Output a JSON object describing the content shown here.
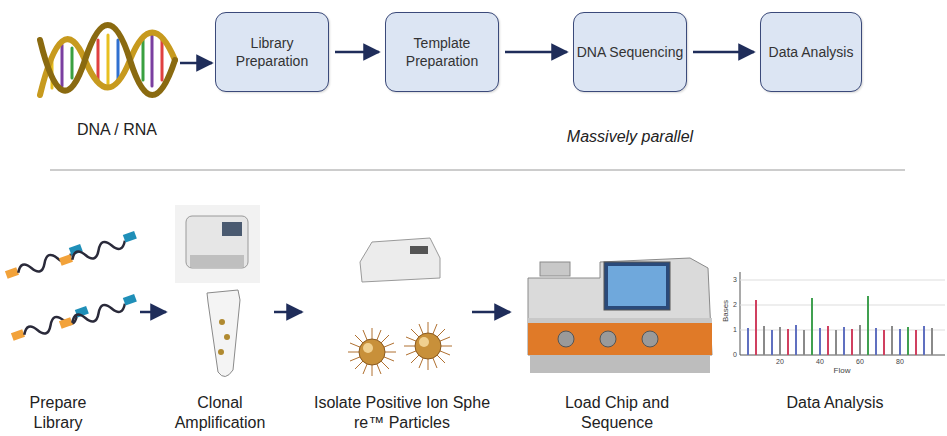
{
  "diagram": {
    "nodes": [
      {
        "text": [
          "Library Preparation"
        ]
      },
      {
        "text": [
          "Template Preparation"
        ]
      },
      {
        "text": [
          "DNA Sequencing"
        ]
      },
      {
        "text": [
          "Data Analysis"
        ]
      }
    ],
    "edges": [
      {
        "from": 0,
        "to": 1,
        "arrow": "to"
      },
      {
        "from": 1,
        "to": 2,
        "arrow": "to"
      },
      {
        "from": 2,
        "to": 3,
        "arrow": "to"
      }
    ],
    "labels": [
      "DNA / RNA",
      "Massively parallel",
      "Prepare Library",
      "Clonal Amplification",
      "Isolate Positive Ion Sphe re™ Particles",
      "Load Chip and Sequence",
      "Data Analysis",
      "Bases",
      "Flow",
      "3",
      "2",
      "1",
      "0",
      "20",
      "40",
      "60",
      "80"
    ]
  }
}
